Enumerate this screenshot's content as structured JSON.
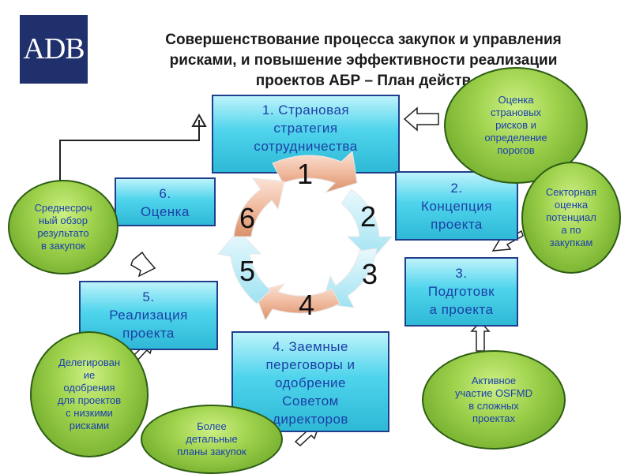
{
  "logo": "ADB",
  "title": [
    "Совершенствование процесса закупок и управления",
    "рисками, и повышение эффективности реализации",
    "проектов АБР –  План действ"
  ],
  "steps": [
    {
      "lines": [
        "1. Страновая",
        "стратегия",
        "сотрудничества"
      ]
    },
    {
      "lines": [
        "2.",
        "Концепция",
        "проекта"
      ]
    },
    {
      "lines": [
        "3.",
        "Подготовк",
        "а проекта"
      ]
    },
    {
      "lines": [
        "4. Заемные",
        "переговоры и",
        "одобрение",
        "Советом",
        "директоров"
      ]
    },
    {
      "lines": [
        "5.",
        "Реализация",
        "проекта"
      ]
    },
    {
      "lines": [
        "6.",
        "Оценка"
      ]
    }
  ],
  "cycle_numbers": [
    "1",
    "2",
    "3",
    "4",
    "5",
    "6"
  ],
  "notes": [
    {
      "lines": [
        "Оценка",
        "страновых",
        "рисков и",
        "определение",
        "порогов"
      ]
    },
    {
      "lines": [
        "Секторная",
        "оценка",
        "потенциал",
        "а по",
        "закупкам"
      ]
    },
    {
      "lines": [
        "Активное",
        "участие OSFMD",
        "в сложных",
        "проектах"
      ]
    },
    {
      "lines": [
        "Более",
        "детальные",
        "планы закупок"
      ]
    },
    {
      "lines": [
        "Делегирован",
        "ие",
        "одобрения",
        "для проектов",
        "с низкими",
        "рисками"
      ]
    },
    {
      "lines": [
        "Среднесроч",
        "ный обзор",
        "результато",
        "в закупок"
      ]
    }
  ]
}
